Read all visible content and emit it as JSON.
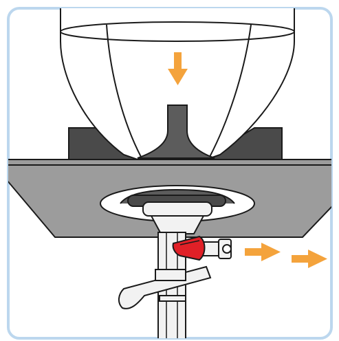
{
  "illustration": {
    "colors": {
      "frame_border": "#bcd7ee",
      "frame_fill": "#ffffff",
      "arrow_orange": "#f4a33c",
      "plate_gray": "#9c9c9c",
      "plate_outline": "#1a1a1a",
      "bracket_dark": "#4a4a4a",
      "valve_red": "#e02027",
      "pipe_light": "#f2f2f2"
    },
    "arrows": [
      {
        "name": "arrow-down",
        "direction": "down"
      },
      {
        "name": "arrow-right-1",
        "direction": "right"
      },
      {
        "name": "arrow-right-2",
        "direction": "right"
      }
    ],
    "icons": [
      "bottle",
      "mounting-plate",
      "valve-handle",
      "lever",
      "down-arrow-icon",
      "right-arrow-icon"
    ]
  }
}
